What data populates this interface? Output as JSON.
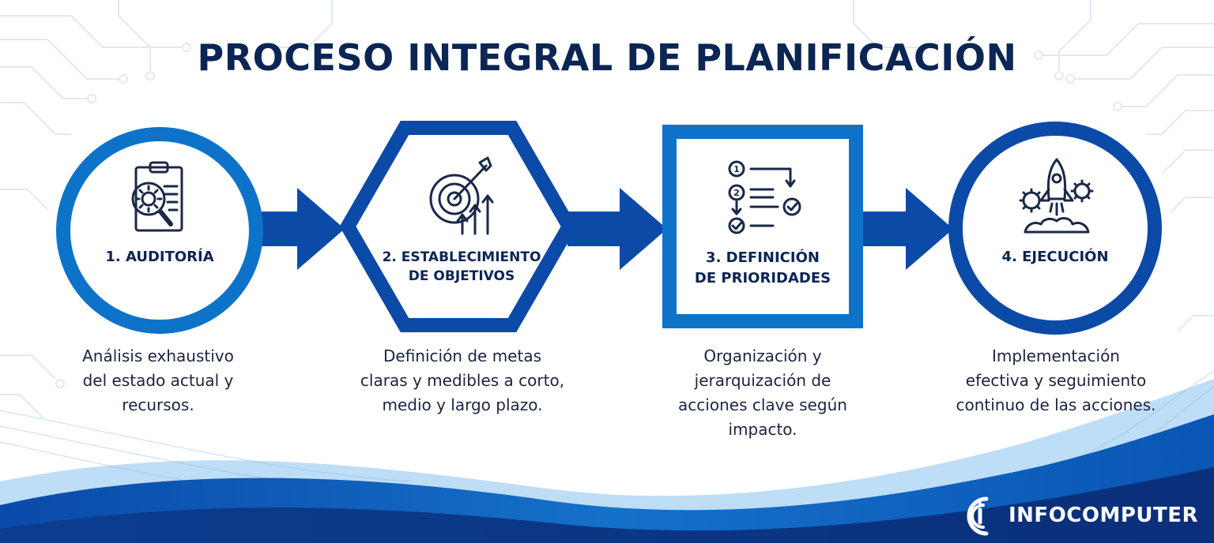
{
  "title": "PROCESO INTEGRAL DE PLANIFICACIÓN",
  "colors": {
    "primary": "#0d73c9",
    "dark_blue": "#0b3f94",
    "navy": "#0b2554",
    "circuit": "#e3ebf3"
  },
  "steps": [
    {
      "shape": "circle",
      "icon": "clipboard-gear-magnifier-icon",
      "label_1": "1. AUDITORÍA",
      "label_2": "",
      "desc": [
        "Análisis exhaustivo",
        "del estado actual y",
        "recursos."
      ]
    },
    {
      "shape": "hexagon",
      "icon": "target-arrow-growth-icon",
      "label_1": "2. ESTABLECIMIENTO",
      "label_2": "DE OBJETIVOS",
      "desc": [
        "Definición de metas",
        "claras y medibles a corto,",
        "medio y largo plazo."
      ]
    },
    {
      "shape": "square",
      "icon": "numbered-checklist-icon",
      "label_1": "3. DEFINICIÓN",
      "label_2": "DE PRIORIDADES",
      "desc": [
        "Organización y",
        "jerarquización de",
        "acciones clave según",
        "impacto."
      ]
    },
    {
      "shape": "circle",
      "icon": "rocket-gears-icon",
      "label_1": "4. EJECUCIÓN",
      "label_2": "",
      "desc": [
        "Implementación",
        "efectiva y seguimiento",
        "continuo de las acciones."
      ]
    }
  ],
  "brand": {
    "name": "INFOCOMPUTER",
    "icon": "infocomputer-logo-icon"
  }
}
